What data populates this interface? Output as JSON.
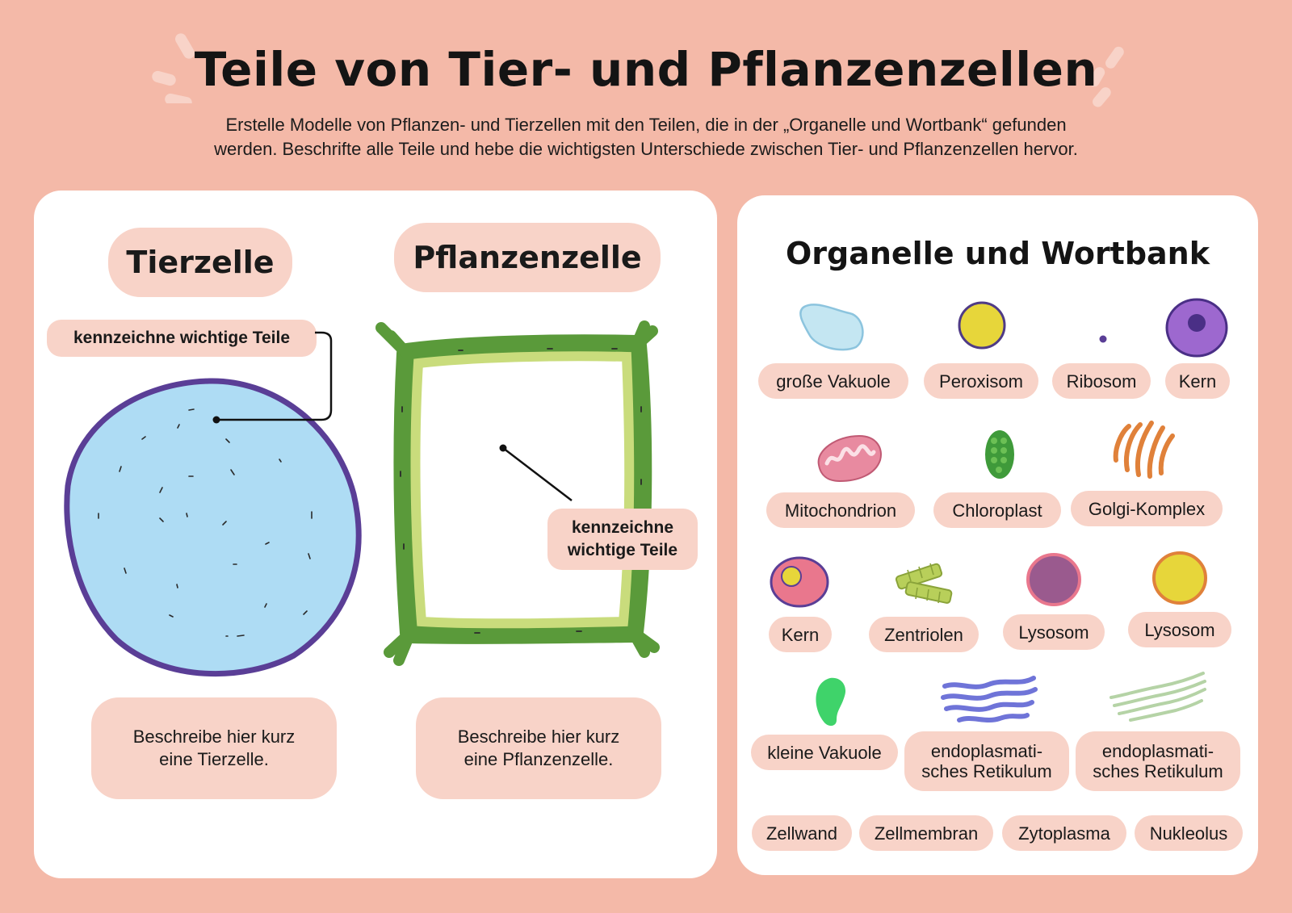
{
  "page": {
    "title": "Teile von Tier- und Pflanzenzellen",
    "subtitle_line1": "Erstelle Modelle von Pflanzen- und Tierzellen mit den Teilen, die in der „Organelle und Wortbank“ gefunden",
    "subtitle_line2": "werden. Beschrifte alle Teile und hebe die wichtigsten Unterschiede zwischen Tier- und Pflanzenzellen hervor."
  },
  "colors": {
    "background": "#f4b9a8",
    "pill": "#f8d3c8",
    "animal_cell_fill": "#aedcf4",
    "animal_cell_border": "#5a3e96",
    "plant_wall": "#5a9a3a",
    "plant_membrane": "#c9dc7c"
  },
  "cells": {
    "animal": {
      "heading": "Tierzelle",
      "marker_label": "kennzeichne wichtige Teile",
      "description_line1": "Beschreibe hier kurz",
      "description_line2": "eine Tierzelle."
    },
    "plant": {
      "heading": "Pflanzenzelle",
      "marker_label_line1": "kennzeichne",
      "marker_label_line2": "wichtige Teile",
      "description_line1": "Beschreibe hier kurz",
      "description_line2": "eine Pflanzenzelle."
    }
  },
  "word_bank": {
    "title": "Organelle und Wortbank",
    "row1": [
      "große Vakuole",
      "Peroxisom",
      "Ribosom",
      "Kern"
    ],
    "row2": [
      "Mitochondrion",
      "Chloroplast",
      "Golgi-Komplex"
    ],
    "row3": [
      "Kern",
      "Zentriolen",
      "Lysosom",
      "Lysosom"
    ],
    "row4": [
      "kleine Vakuole"
    ],
    "er_smooth": [
      "endoplasmati-",
      "sches Retikulum"
    ],
    "er_rough": [
      "endoplasmati-",
      "sches Retikulum"
    ],
    "row5": [
      "Zellwand",
      "Zellmembran",
      "Zytoplasma",
      "Nukleolus"
    ],
    "icons": [
      "large-vacuole-icon",
      "peroxisome-icon",
      "ribosome-icon",
      "nucleus-purple-icon",
      "mitochondrion-icon",
      "chloroplast-icon",
      "golgi-icon",
      "nucleus-pink-icon",
      "centrioles-icon",
      "lysosome-purple-icon",
      "lysosome-yellow-icon",
      "small-vacuole-icon",
      "rough-er-icon",
      "smooth-er-icon"
    ]
  }
}
